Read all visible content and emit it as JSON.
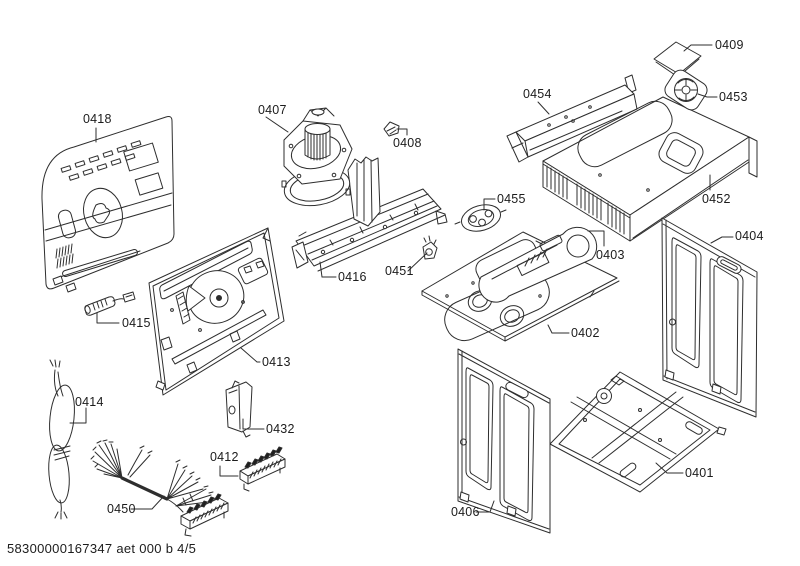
{
  "diagram": {
    "footer_code": "58300000167347 aet 000 b 4/5",
    "part_labels": {
      "p0401": "0401",
      "p0402": "0402",
      "p0403": "0403",
      "p0404": "0404",
      "p0406": "0406",
      "p0407": "0407",
      "p0408": "0408",
      "p0409": "0409",
      "p0412": "0412",
      "p0413": "0413",
      "p0414": "0414",
      "p0415": "0415",
      "p0416": "0416",
      "p0418": "0418",
      "p0432": "0432",
      "p0450": "0450",
      "p0451": "0451",
      "p0452": "0452",
      "p0453": "0453",
      "p0454": "0454",
      "p0455": "0455"
    }
  }
}
